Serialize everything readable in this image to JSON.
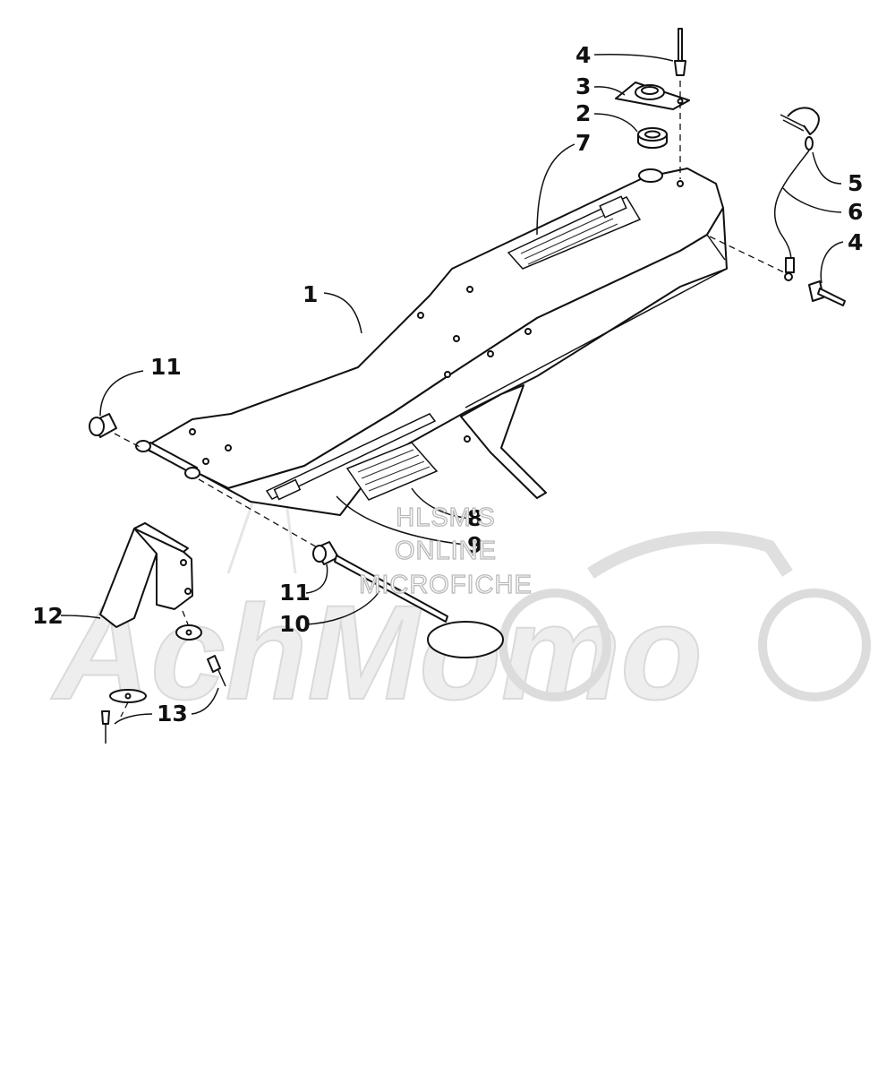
{
  "callouts": {
    "c1": "1",
    "c2": "2",
    "c3": "3",
    "c4a": "4",
    "c4b": "4",
    "c5": "5",
    "c6": "6",
    "c7": "7",
    "c8": "8",
    "c9": "9",
    "c10": "10",
    "c11a": "11",
    "c11b": "11",
    "c12": "12",
    "c13": "13"
  },
  "watermark": {
    "line1": "HLSM'S",
    "line2": "ONLINE",
    "line3": "MICROFICHE",
    "logo": "AchMomo"
  },
  "colors": {
    "ink": "#111111",
    "background": "#ffffff",
    "watermark": "#d6d6d6"
  }
}
